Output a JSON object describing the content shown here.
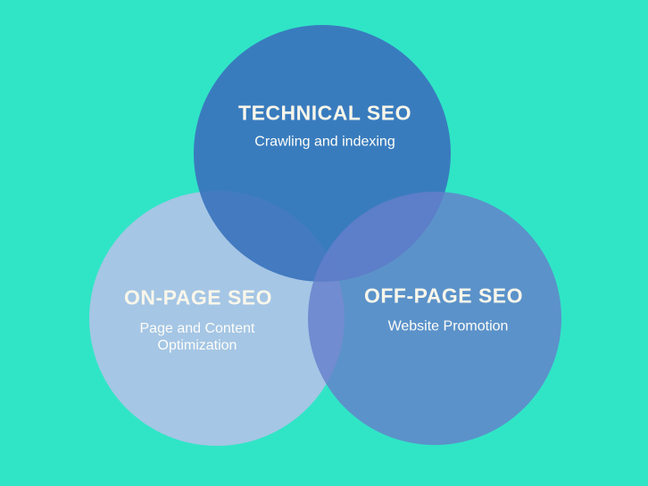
{
  "colors": {
    "background": "#30e5c6",
    "circle-top": "#3b73bd",
    "circle-left": "#b3c2e8",
    "circle-right": "#657fca",
    "title-text": "#f9f6ea",
    "subtitle-text": "#fdfdf8"
  },
  "diagram": {
    "type": "venn",
    "circles": [
      {
        "id": "technical-seo",
        "position": "top",
        "label": "TECHNICAL SEO",
        "description": "Crawling and indexing"
      },
      {
        "id": "on-page-seo",
        "position": "bottom-left",
        "label": "ON-PAGE SEO",
        "description": "Page and Content Optimization"
      },
      {
        "id": "off-page-seo",
        "position": "bottom-right",
        "label": "OFF-PAGE SEO",
        "description": "Website Promotion"
      }
    ]
  }
}
